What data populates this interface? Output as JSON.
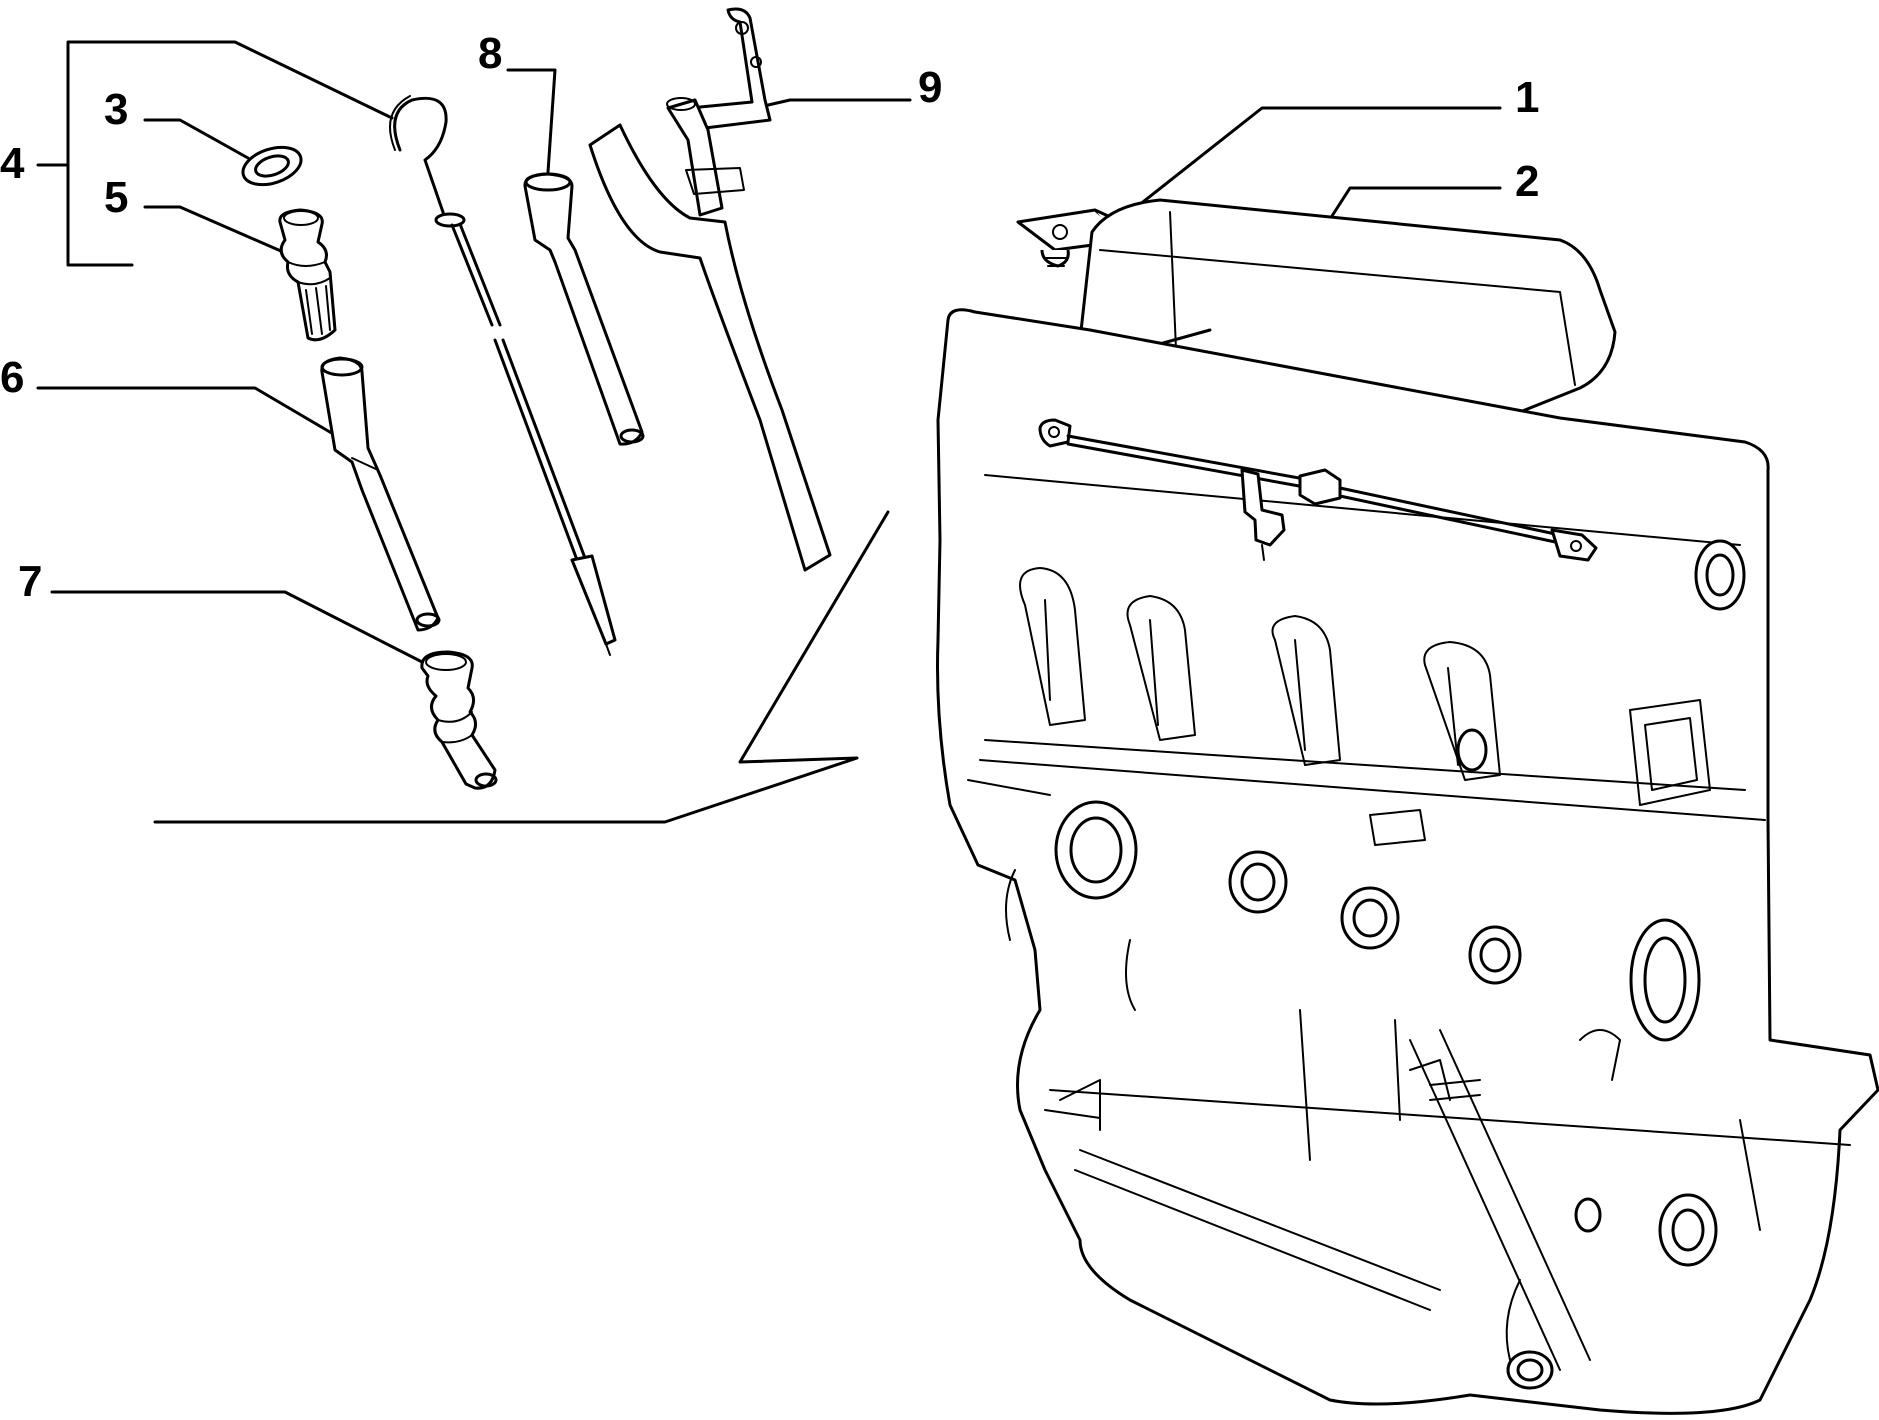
{
  "callouts": {
    "c1": "1",
    "c2": "2",
    "c3": "3",
    "c4": "4",
    "c5": "5",
    "c6": "6",
    "c7": "7",
    "c8": "8",
    "c9": "9"
  },
  "colors": {
    "ink": "#000000",
    "paper": "#ffffff"
  }
}
